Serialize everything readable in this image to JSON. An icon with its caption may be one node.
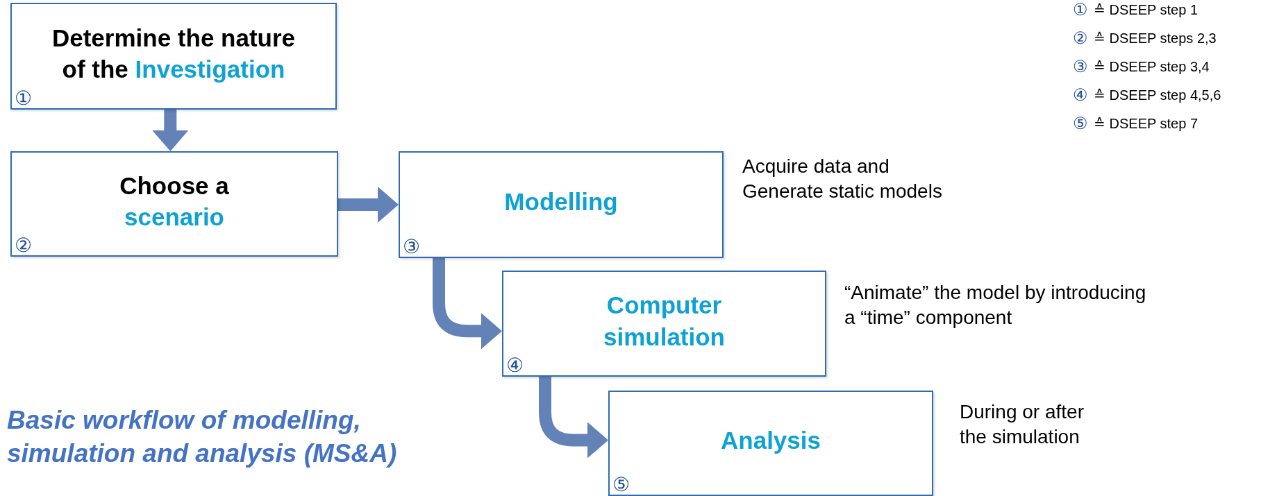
{
  "diagram": {
    "caption": "Basic workflow of modelling, simulation and analysis (MS&A)",
    "nodes": [
      {
        "text": [
          "Determine the nature of the",
          "Investigation",
          "①"
        ]
      },
      {
        "text": [
          "Choose a",
          "scenario",
          "②"
        ]
      },
      {
        "text": [
          "Modelling",
          "③"
        ],
        "beside": [
          "Acquire data and Generate static models"
        ]
      },
      {
        "text": [
          "Computer simulation",
          "④"
        ],
        "beside": [
          "“Animate” the model by introducing a “time” component"
        ]
      },
      {
        "text": [
          "Analysis",
          "⑤"
        ],
        "beside": [
          "During or after the simulation"
        ]
      }
    ],
    "edges": [
      {
        "from": 0,
        "to": 1,
        "arrow": "to"
      },
      {
        "from": 1,
        "to": 2,
        "arrow": "to"
      },
      {
        "from": 2,
        "to": 3,
        "arrow": "to"
      },
      {
        "from": 3,
        "to": 4,
        "arrow": "to"
      }
    ],
    "labels": [
      "①",
      "≙ DSEEP step 1",
      "②",
      "≙ DSEEP steps 2,3",
      "③",
      "≙ DSEEP step 3,4",
      "④",
      "≙ DSEEP step 4,5,6",
      "⑤",
      "≙ DSEEP step 7"
    ]
  }
}
